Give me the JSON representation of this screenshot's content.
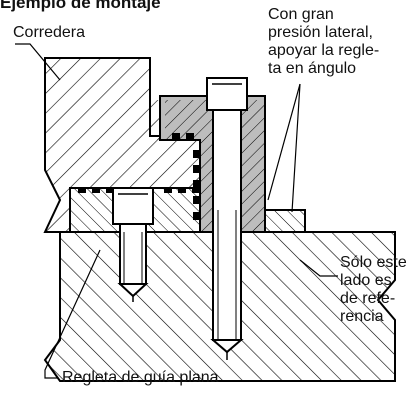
{
  "title": "Ejemplo de montaje",
  "labels": {
    "corredera": "Corredera",
    "presion_lateral": [
      "Con gran",
      "presión lateral,",
      "apoyar la regle-",
      "ta en ángulo"
    ],
    "referencia": [
      "Sólo este",
      "lado es",
      "de refe-",
      "rencia"
    ],
    "regleta": "Regleta de guía plana"
  }
}
